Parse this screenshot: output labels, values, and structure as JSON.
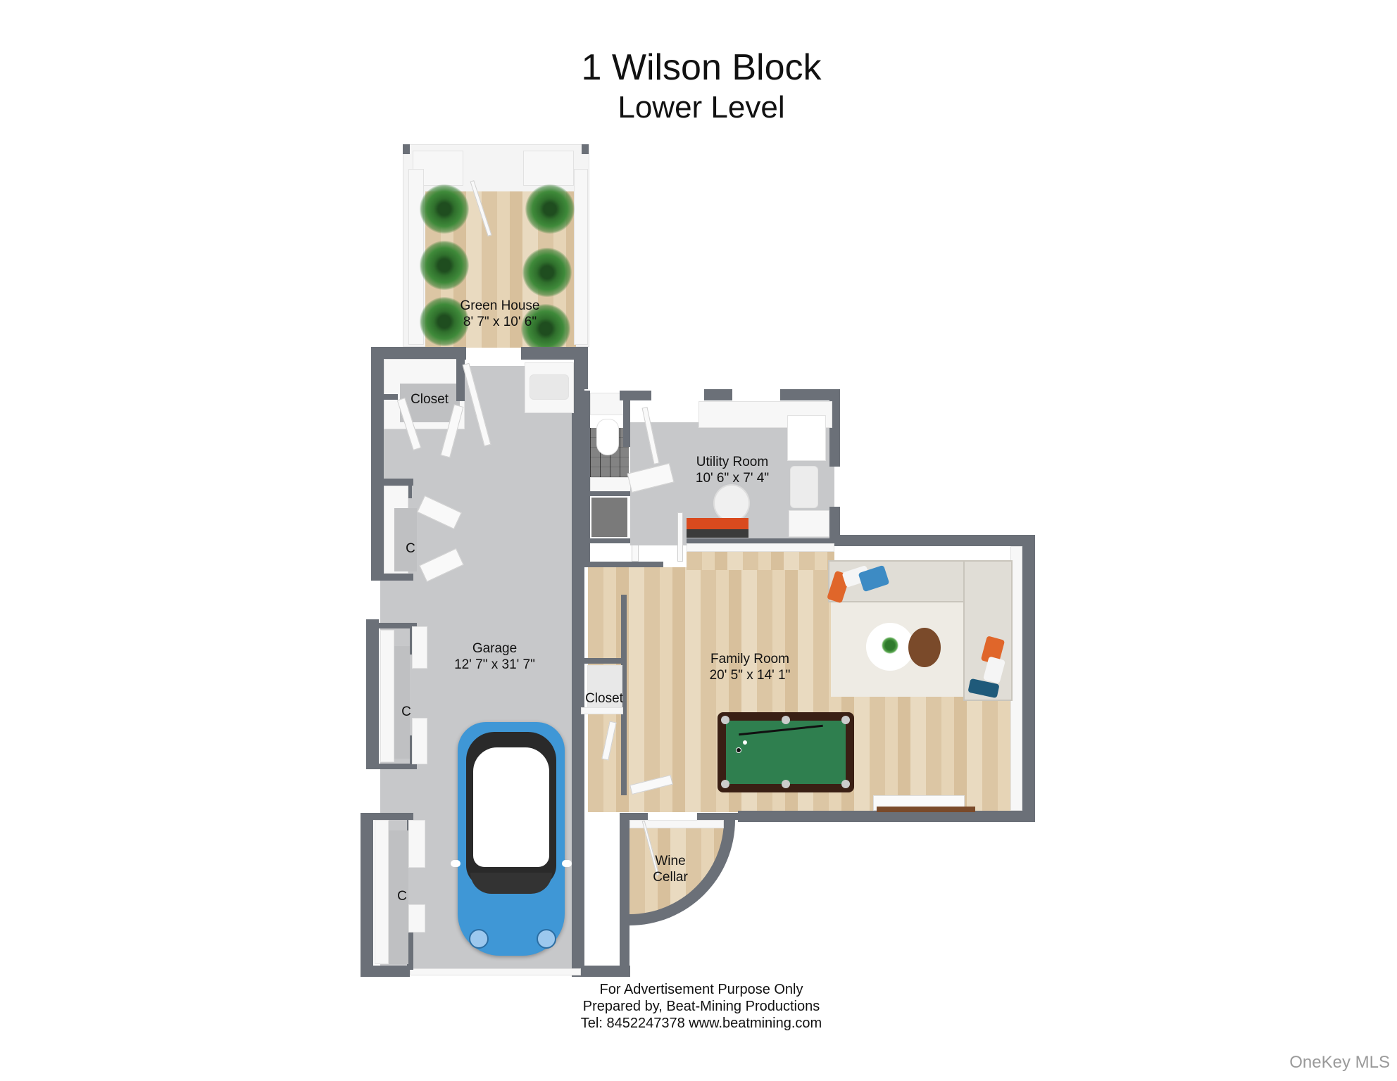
{
  "header": {
    "title": "1 Wilson Block",
    "subtitle": "Lower Level"
  },
  "rooms": {
    "green_house": {
      "name": "Green House",
      "size": "8' 7\" x 10' 6\""
    },
    "closet_top": {
      "name": "Closet"
    },
    "closet_c1": {
      "name": "C"
    },
    "closet_c2": {
      "name": "C"
    },
    "closet_c3": {
      "name": "C"
    },
    "garage": {
      "name": "Garage",
      "size": "12' 7\" x 31' 7\""
    },
    "utility_room": {
      "name": "Utility Room",
      "size": "10' 6\" x 7' 4\""
    },
    "family_room": {
      "name": "Family Room",
      "size": "20' 5\" x 14' 1\""
    },
    "closet_family": {
      "name": "Closet"
    },
    "wine_cellar": {
      "name": "Wine",
      "name2": "Cellar"
    }
  },
  "footer": {
    "line1": "For Advertisement Purpose Only",
    "line2": "Prepared by, Beat-Mining Productions",
    "line3": "Tel: 8452247378 www.beatmining.com"
  },
  "watermark": "OneKey MLS",
  "colors": {
    "wall": "#6b7078",
    "wood_floor": "#dcc6a4",
    "concrete_floor": "#c7c8ca",
    "car_body": "#3f97d6",
    "pool_felt": "#2f7f4f",
    "pool_rail": "#3a1f14",
    "pillow_orange": "#e0662a",
    "pillow_blue": "#3d8bc4"
  }
}
